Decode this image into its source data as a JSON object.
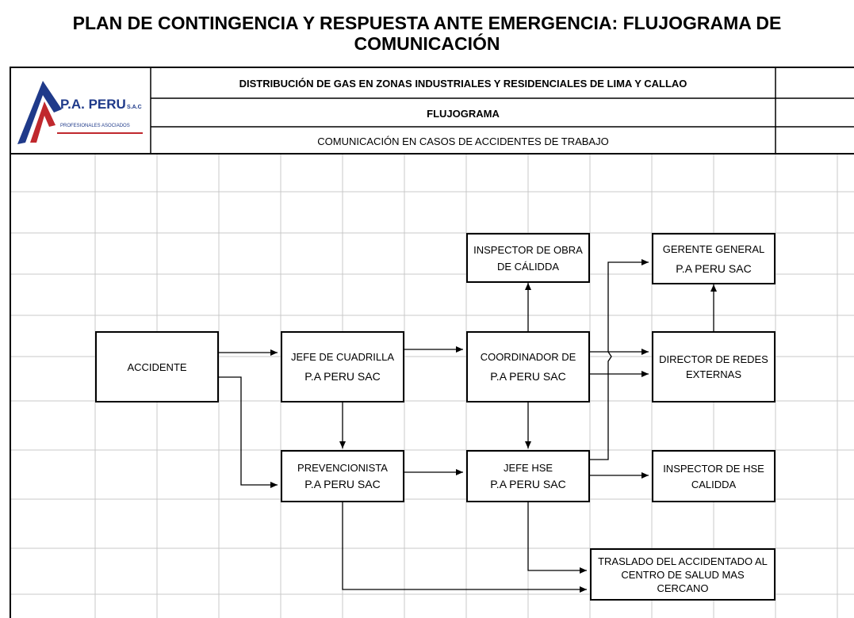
{
  "title": {
    "line1": "PLAN DE CONTINGENCIA Y RESPUESTA ANTE EMERGENCIA: FLUJOGRAMA DE",
    "line2": "COMUNICACIÓN"
  },
  "logo": {
    "name": "P.A. PERU",
    "suffix": "S.A.C",
    "tagline": "PROFESIONALES ASOCIADOS"
  },
  "header": {
    "row1": "DISTRIBUCIÓN DE GAS EN ZONAS INDUSTRIALES Y RESIDENCIALES DE LIMA Y CALLAO",
    "row2": "FLUJOGRAMA",
    "row3": "COMUNICACIÓN EN CASOS DE ACCIDENTES DE TRABAJO"
  },
  "nodes": {
    "accidente": {
      "line1": "ACCIDENTE"
    },
    "jefe_cuadrilla": {
      "line1": "JEFE  DE CUADRILLA",
      "line2": "P.A PERU SAC"
    },
    "prevencionista": {
      "line1": "PREVENCIONISTA",
      "line2": "P.A PERU SAC"
    },
    "inspector_obra": {
      "line1": "INSPECTOR DE OBRA",
      "line2": "DE CÁLIDDA"
    },
    "coordinador": {
      "line1": "COORDINADOR DE",
      "line2": "P.A PERU SAC"
    },
    "jefe_hse": {
      "line1": "JEFE  HSE",
      "line2": "P.A PERU SAC"
    },
    "gerente": {
      "line1": "GERENTE GENERAL",
      "line2": "P.A PERU SAC"
    },
    "director": {
      "line1": "DIRECTOR DE REDES",
      "line2": "EXTERNAS"
    },
    "inspector_hse": {
      "line1": "INSPECTOR DE HSE",
      "line2": "CALIDDA"
    },
    "traslado": {
      "line1": "TRASLADO DEL ACCIDENTADO AL",
      "line2": "CENTRO DE SALUD MAS",
      "line3": "CERCANO"
    }
  },
  "colors": {
    "logo_blue": "#1f3a8a",
    "logo_red": "#c0282d",
    "grid": "#c8c8c8"
  }
}
